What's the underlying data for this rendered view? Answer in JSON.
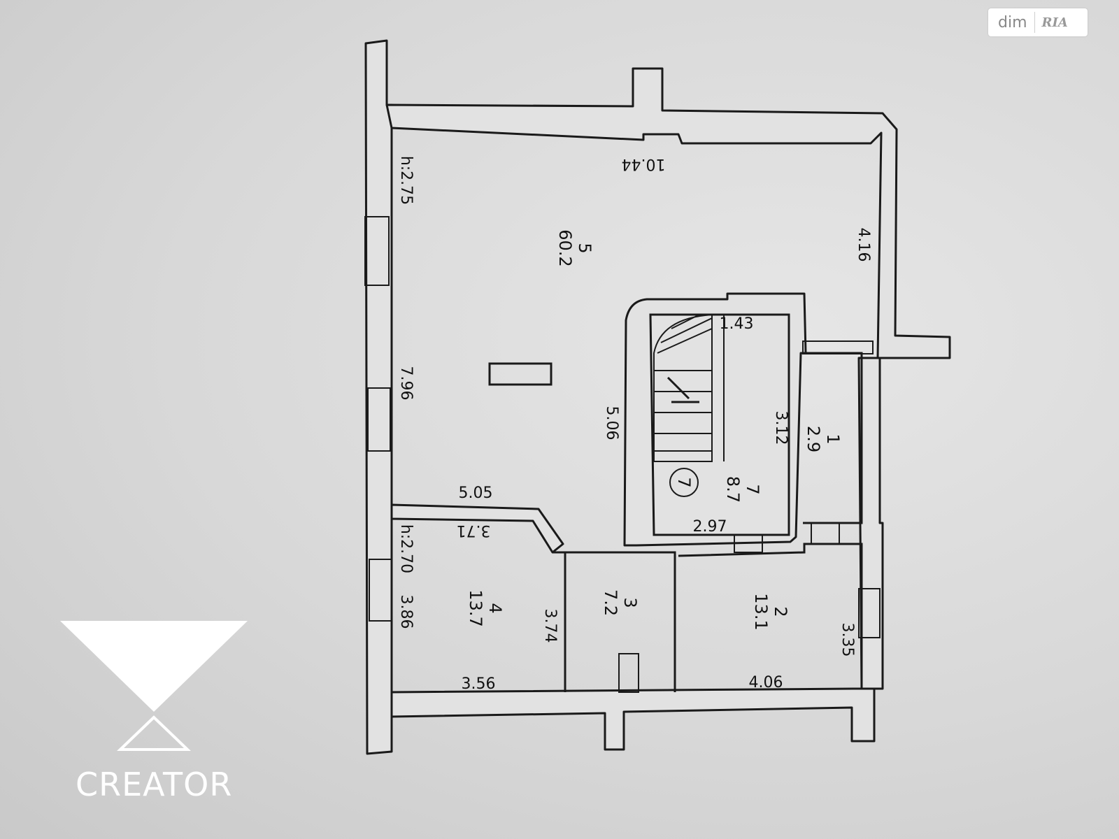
{
  "watermark": {
    "site": "dim",
    "brand": "RIA"
  },
  "logo": {
    "text": "CREATOR"
  },
  "plan": {
    "dimensions": {
      "top_wall": "10.44",
      "height_main": "h:2.75",
      "left_main": "7.96",
      "right_main": "4.16",
      "stair_wall": "5.06",
      "corridor_top": "5.05",
      "r4_top": "3.71",
      "r4_height": "h:2.70",
      "r4_left": "3.86",
      "r4_right": "3.74",
      "r4_bottom": "3.56",
      "r7_top": "1.43",
      "r7_right": "3.12",
      "r7_bottom": "2.97",
      "r2_right": "3.35",
      "r2_bottom": "4.06"
    },
    "rooms": [
      {
        "number": "5",
        "area": "60.2"
      },
      {
        "number": "7",
        "area": "8.7"
      },
      {
        "number": "1",
        "area": "2.9"
      },
      {
        "number": "4",
        "area": "13.7"
      },
      {
        "number": "3",
        "area": "7.2"
      },
      {
        "number": "2",
        "area": "13.1"
      }
    ],
    "stair_mark": "7"
  }
}
